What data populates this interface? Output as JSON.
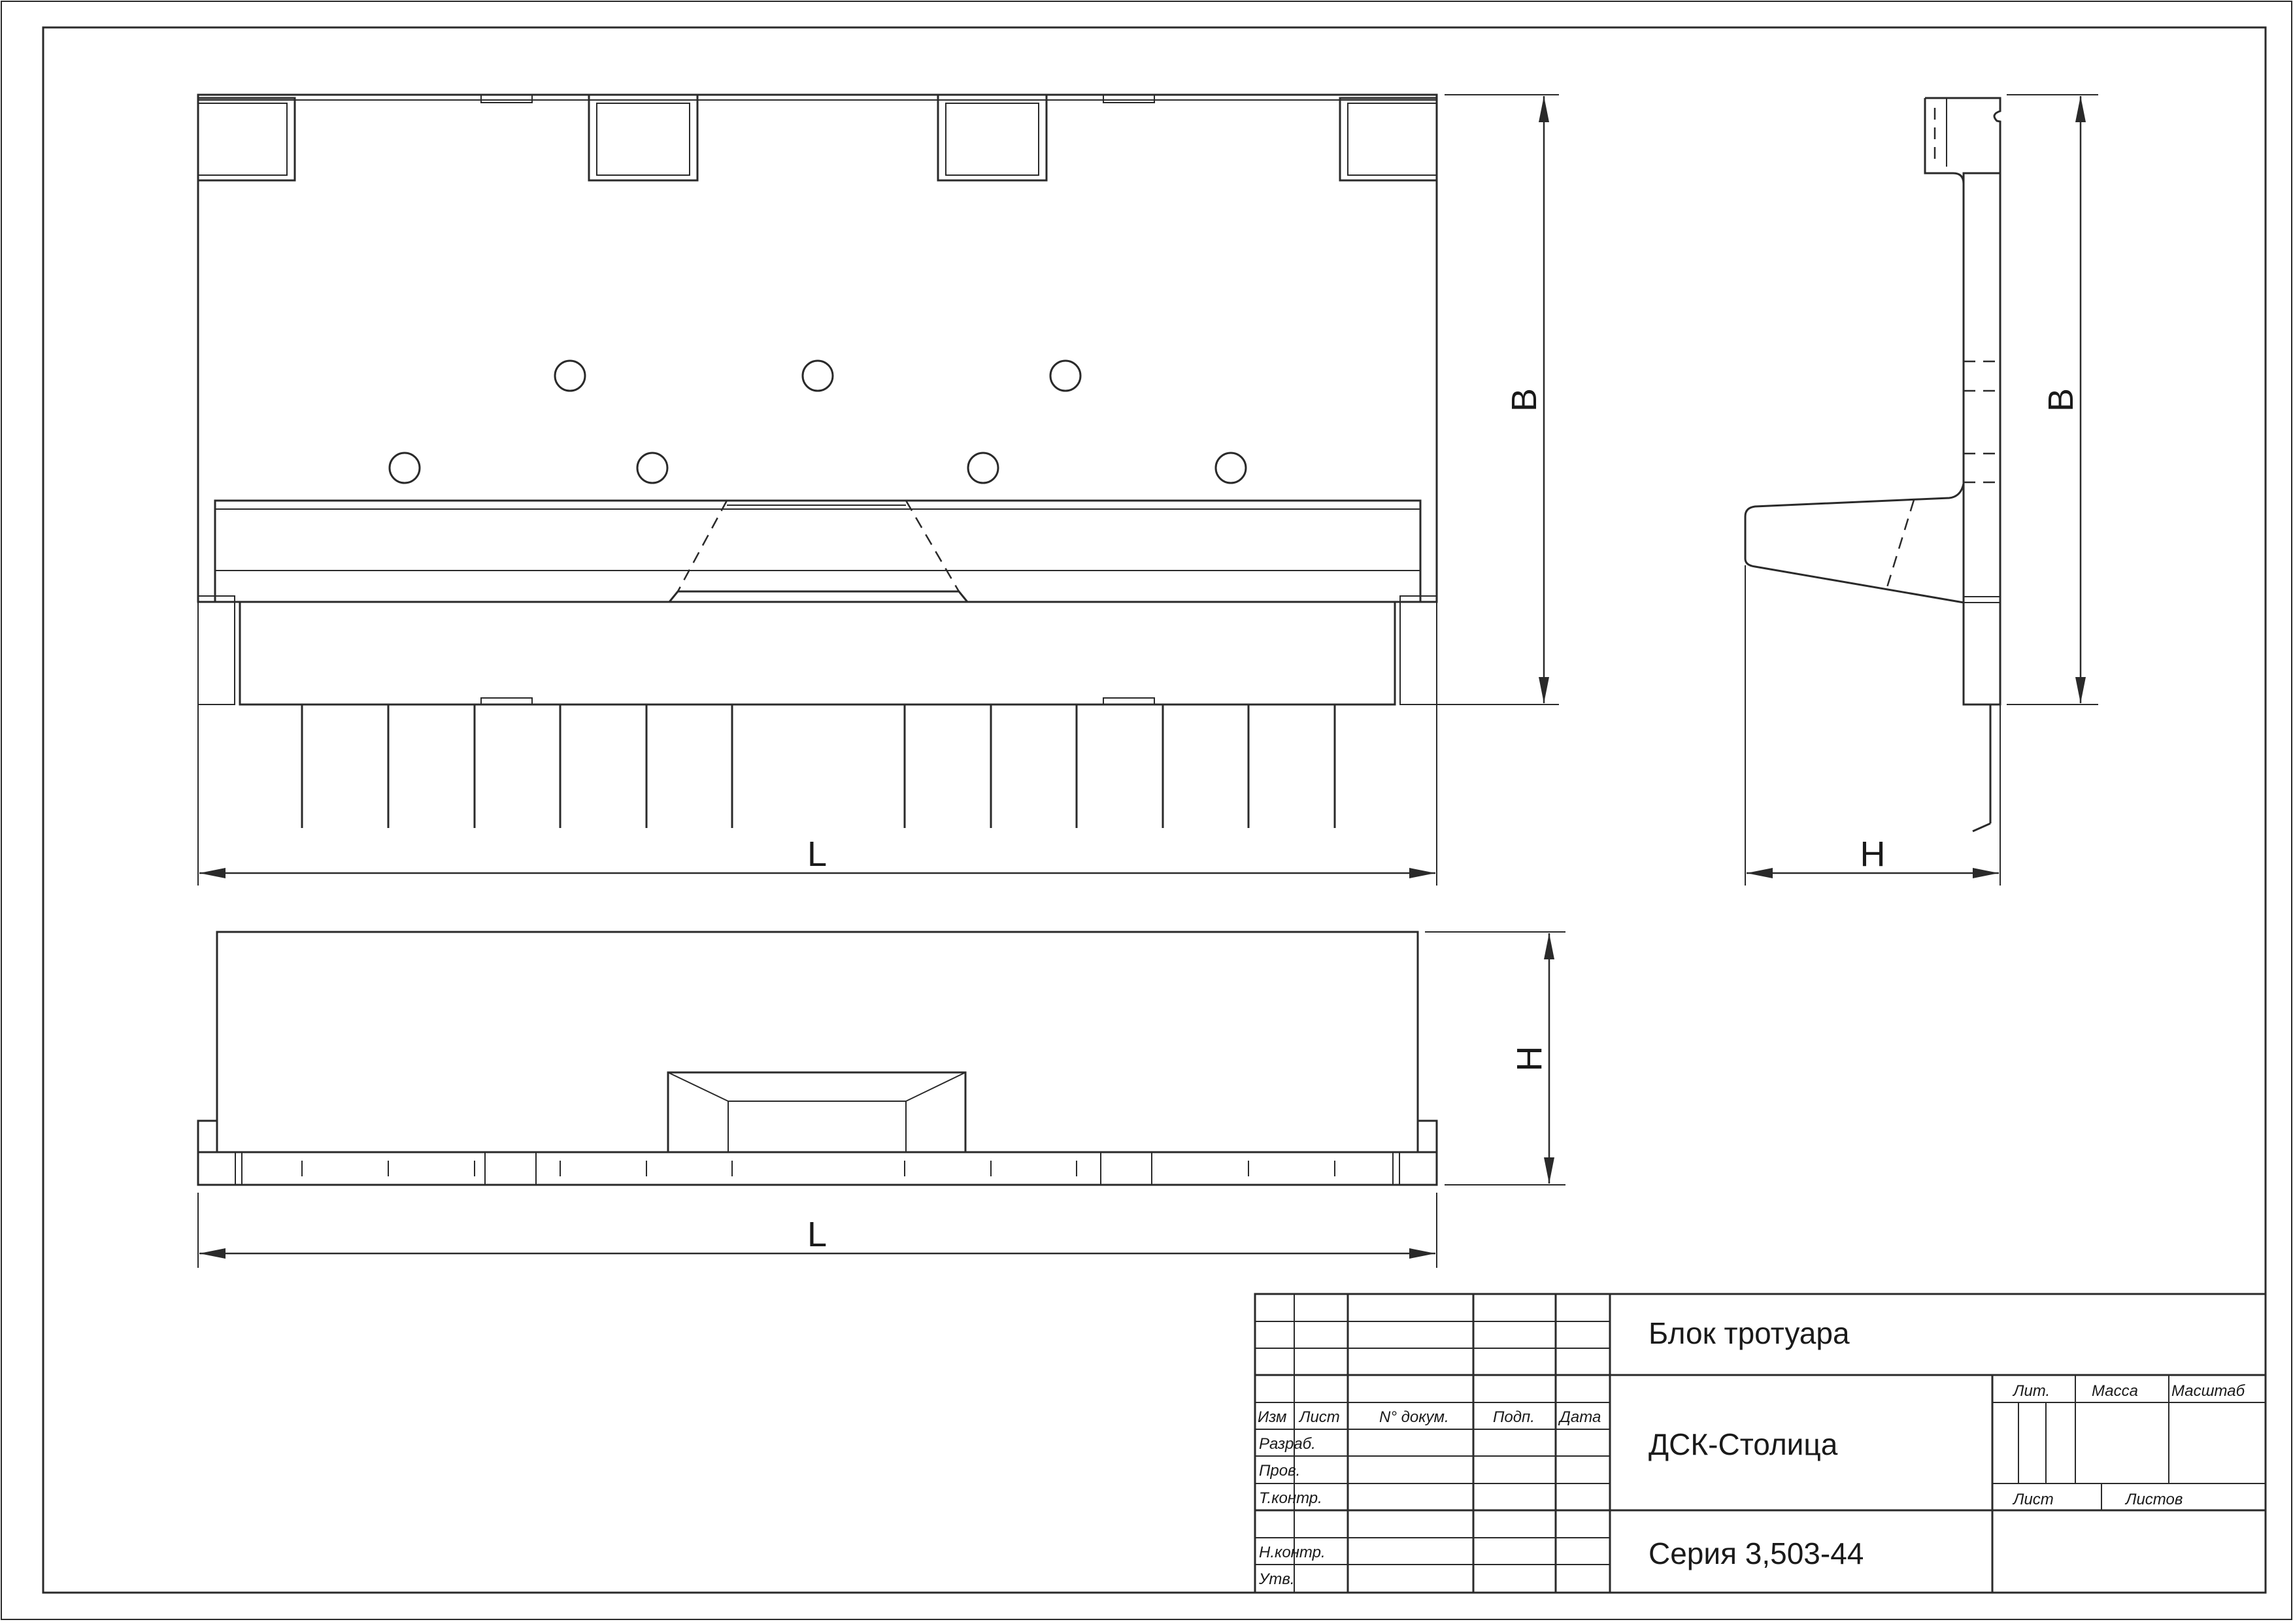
{
  "drawing": {
    "dimensions": {
      "length_label": "L",
      "width_label": "B",
      "height_label": "H"
    }
  },
  "title_block": {
    "title": "Блок тротуара",
    "organization": "ДСК-Столица",
    "series": "Серия 3,503-44",
    "headers": {
      "izm": "Изм",
      "list": "Лист",
      "doc_no": "N° докум.",
      "podp": "Подп.",
      "data": "Дата"
    },
    "roles": {
      "razrab": "Разраб.",
      "prov": "Пров.",
      "tkontr": "Т.контр.",
      "nkontr": "Н.контр.",
      "utv": "Утв."
    },
    "fields": {
      "lit": "Лит.",
      "massa": "Масса",
      "masshtab": "Масштаб",
      "list": "Лист",
      "listov": "Листов"
    }
  }
}
